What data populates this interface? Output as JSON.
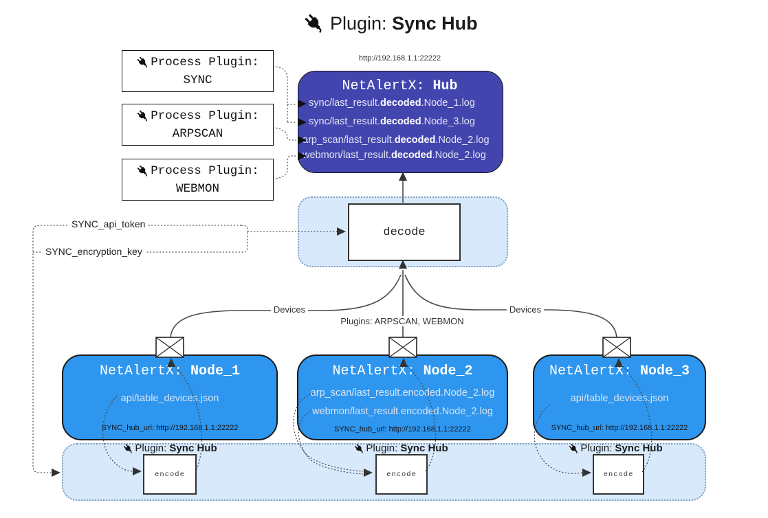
{
  "title": {
    "prefix": "Plugin: ",
    "bold": "Sync Hub"
  },
  "process_plugins": [
    {
      "label": "Process Plugin:",
      "name": "SYNC"
    },
    {
      "label": "Process Plugin:",
      "name": "ARPSCAN"
    },
    {
      "label": "Process Plugin:",
      "name": "WEBMON"
    }
  ],
  "hub": {
    "url": "http://192.168.1.1:22222",
    "title": {
      "prefix": "NetAlertX: ",
      "bold": "Hub"
    },
    "log_lines": [
      {
        "pre": "sync/last_result.",
        "bold": "decoded",
        "post": ".Node_1.log"
      },
      {
        "pre": "sync/last_result.",
        "bold": "decoded",
        "post": ".Node_3.log"
      },
      {
        "pre": "arp_scan/last_result.",
        "bold": "decoded",
        "post": ".Node_2.log"
      },
      {
        "pre": "webmon/last_result.",
        "bold": "decoded",
        "post": ".Node_2.log"
      }
    ]
  },
  "decode": {
    "label": "decode"
  },
  "settings": {
    "api_token": "SYNC_api_token",
    "encryption_key": "SYNC_encryption_key"
  },
  "edge_labels": {
    "devices_left": "Devices",
    "plugins_mid": "Plugins: ARPSCAN, WEBMON",
    "devices_right": "Devices"
  },
  "nodes": [
    {
      "title": {
        "prefix": "NetAlertX: ",
        "bold": "Node_1"
      },
      "files": [
        "api/table_devices.json"
      ],
      "hub_url": "SYNC_hub_url: http://192.168.1.1:22222"
    },
    {
      "title": {
        "prefix": "NetAlertX: ",
        "bold": "Node_2"
      },
      "files": [
        "arp_scan/last_result.encoded.Node_2.log",
        "webmon/last_result.encoded.Node_2.log"
      ],
      "hub_url": "SYNC_hub_url: http://192.168.1.1:22222"
    },
    {
      "title": {
        "prefix": "NetAlertX: ",
        "bold": "Node_3"
      },
      "files": [
        "api/table_devices.json"
      ],
      "hub_url": "SYNC_hub_url: http://192.168.1.1:22222"
    }
  ],
  "sync_band": {
    "groups": [
      {
        "label": {
          "prefix": "Plugin: ",
          "bold": "Sync Hub"
        },
        "box": "encode"
      },
      {
        "label": {
          "prefix": "Plugin: ",
          "bold": "Sync Hub"
        },
        "box": "encode"
      },
      {
        "label": {
          "prefix": "Plugin: ",
          "bold": "Sync Hub"
        },
        "box": "encode"
      }
    ]
  },
  "colors": {
    "hub_fill": "#4345AF",
    "node_fill": "#2E96EE",
    "panel_fill": "#D7E9FB",
    "solid_line": "#4a4a4a",
    "dotted_line": "#555555"
  }
}
